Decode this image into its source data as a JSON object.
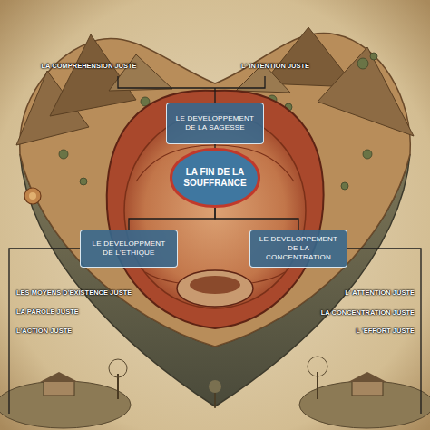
{
  "diagram": {
    "nodes": [
      {
        "text": [
          "LE DEVELOPPEMENT DE LA SAGESSE"
        ]
      },
      {
        "text": [
          "LA FIN DE LA SOUFFRANCE"
        ]
      },
      {
        "text": [
          "LE DEVELOPPMENT DE L'ETHIQUE"
        ]
      },
      {
        "text": [
          "LE DEVELOPPEMENT DE LA CONCENTRATION"
        ]
      }
    ],
    "edges": [
      {
        "from": 0,
        "to": 1,
        "arrow": "none"
      },
      {
        "from": 2,
        "to": 1,
        "arrow": "none"
      },
      {
        "from": 3,
        "to": 1,
        "arrow": "none"
      }
    ],
    "labels": [
      "LA COMPREHENSION JUSTE",
      "L' INTENTION JUSTE",
      "LES MOYENS D'EXISTENCE JUSTE",
      "LA PAROLE JUSTE",
      "L'ACTION JUSTE",
      "L' ATTENTION JUSTE",
      "LA CONCENTRATION JUSTE",
      "L 'EFFORT JUSTE"
    ]
  }
}
